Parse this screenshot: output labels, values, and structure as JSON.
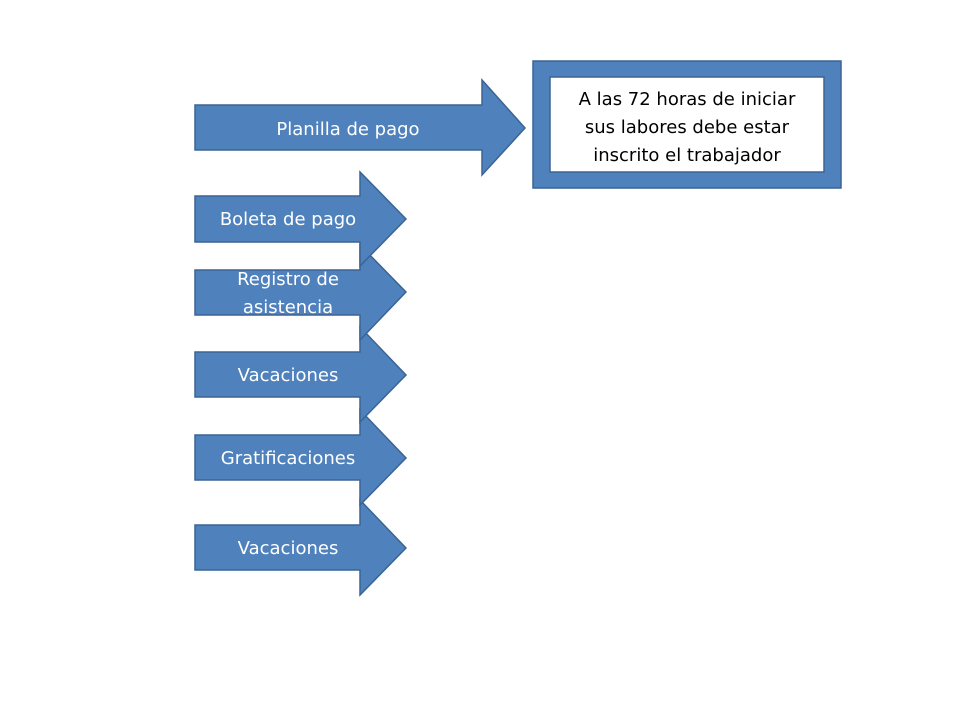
{
  "diagram": {
    "main_arrow": {
      "label": "Planilla de pago"
    },
    "info_box": {
      "lines": [
        "A las 72 horas de iniciar",
        "sus labores debe estar",
        "inscrito el trabajador"
      ]
    },
    "arrows": [
      {
        "lines": [
          "Boleta de pago"
        ]
      },
      {
        "lines": [
          "Registro de",
          "asistencia"
        ]
      },
      {
        "lines": [
          "Vacaciones"
        ]
      },
      {
        "lines": [
          "Gratificaciones"
        ]
      },
      {
        "lines": [
          "Vacaciones"
        ]
      }
    ],
    "colors": {
      "fill": "#4f81bd",
      "stroke": "#3a6493",
      "label": "#ffffff"
    }
  }
}
